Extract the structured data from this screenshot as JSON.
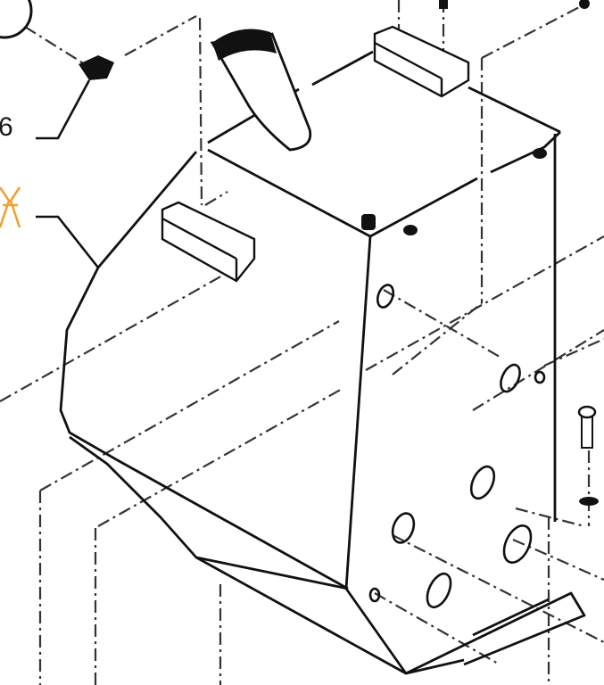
{
  "diagram": {
    "type": "exploded-parts-view",
    "subject": "tank assembly",
    "callouts": [
      {
        "id": "callout-6",
        "text": "6",
        "color": "#1a1a1a"
      },
      {
        "id": "callout-highlight",
        "text": "",
        "icon": "hourglass-highlight-icon",
        "color": "#f0a030"
      }
    ],
    "colors": {
      "line": "#111111",
      "centerline": "#333333",
      "highlight": "#f0a030",
      "background": "#ffffff"
    }
  }
}
